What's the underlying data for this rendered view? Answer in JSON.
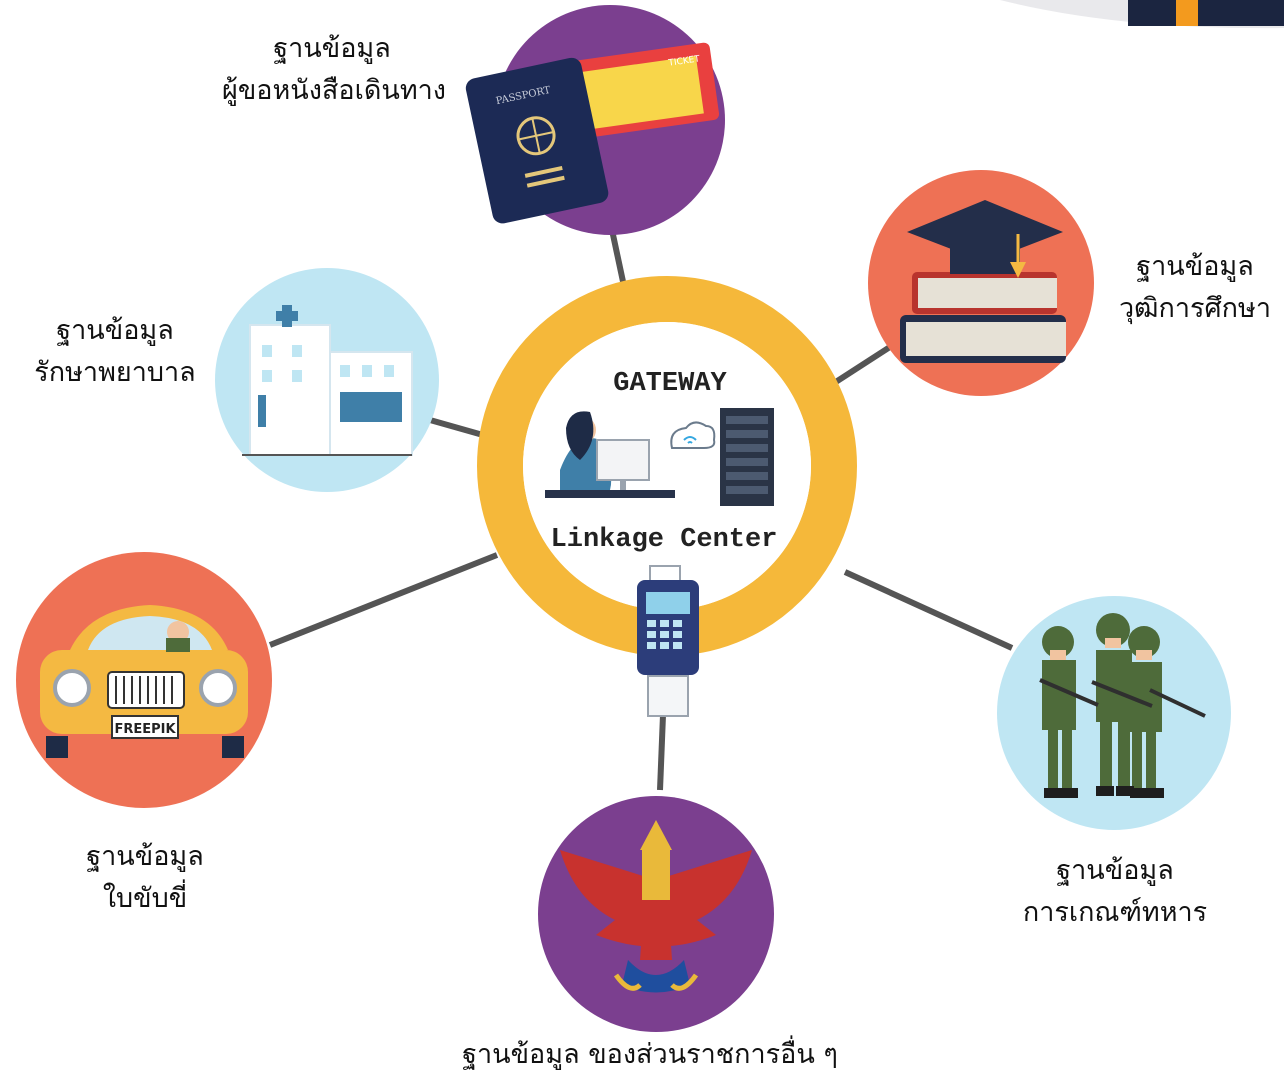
{
  "hub": {
    "title": "GATEWAY",
    "subtitle": "Linkage Center",
    "ring_color": "#F5B83A"
  },
  "nodes": {
    "passport": {
      "line1": "ฐานข้อมูล",
      "line2": "ผู้ขอหนังสือเดินทาง",
      "circle_color": "#7B3F8F",
      "icon": "passport-ticket-icon",
      "passport_text": "PASSPORT",
      "ticket_text": "TICKET"
    },
    "education": {
      "line1": "ฐานข้อมูล",
      "line2": "วุฒิการศึกษา",
      "circle_color": "#EE7155",
      "icon": "graduation-books-icon"
    },
    "hospital": {
      "line1": "ฐานข้อมูล",
      "line2": "รักษาพยาบาล",
      "circle_color": "#BFE6F3",
      "icon": "hospital-building-icon"
    },
    "driving": {
      "line1": "ฐานข้อมูล",
      "line2": "ใบขับขี่",
      "circle_color": "#EE7155",
      "icon": "taxi-car-icon",
      "plate_text": "FREEPIK"
    },
    "military": {
      "line1": "ฐานข้อมูล",
      "line2": "การเกณฑ์ทหาร",
      "circle_color": "#BFE6F3",
      "icon": "soldiers-icon"
    },
    "other": {
      "line1": "ฐานข้อมูล ของส่วนราชการอื่น ๆ",
      "circle_color": "#7B3F8F",
      "icon": "garuda-emblem-icon"
    }
  }
}
